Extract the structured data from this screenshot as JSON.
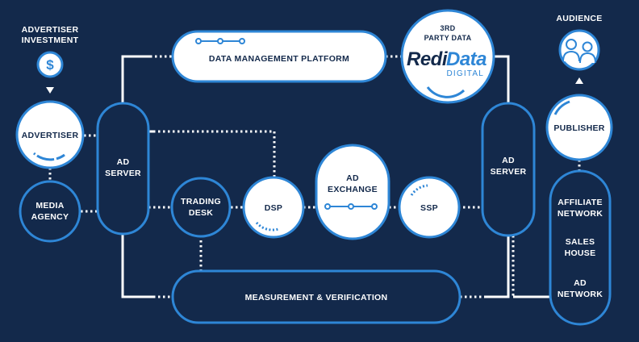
{
  "labels": {
    "advertiser_investment_1": "ADVERTISER",
    "advertiser_investment_2": "INVESTMENT",
    "dollar": "$",
    "advertiser": "ADVERTISER",
    "media_agency_1": "MEDIA",
    "media_agency_2": "AGENCY",
    "ad_server_left_1": "AD",
    "ad_server_left_2": "SERVER",
    "dmp": "DATA MANAGEMENT PLATFORM",
    "third_party_1": "3RD",
    "third_party_2": "PARTY DATA",
    "logo_redi": "Redi",
    "logo_data": "Data",
    "logo_digital": "DIGITAL",
    "trading_desk_1": "TRADING",
    "trading_desk_2": "DESK",
    "dsp": "DSP",
    "ad_exchange_1": "AD",
    "ad_exchange_2": "EXCHANGE",
    "ssp": "SSP",
    "ad_server_right_1": "AD",
    "ad_server_right_2": "SERVER",
    "audience": "AUDIENCE",
    "publisher": "PUBLISHER",
    "affiliate_network_1": "AFFILIATE",
    "affiliate_network_2": "NETWORK",
    "sales_house_1": "SALES",
    "sales_house_2": "HOUSE",
    "ad_network_1": "AD",
    "ad_network_2": "NETWORK",
    "measurement": "MEASUREMENT & VERIFICATION"
  },
  "colors": {
    "background": "#13294b",
    "accent": "#2e86d6",
    "white": "#ffffff"
  }
}
